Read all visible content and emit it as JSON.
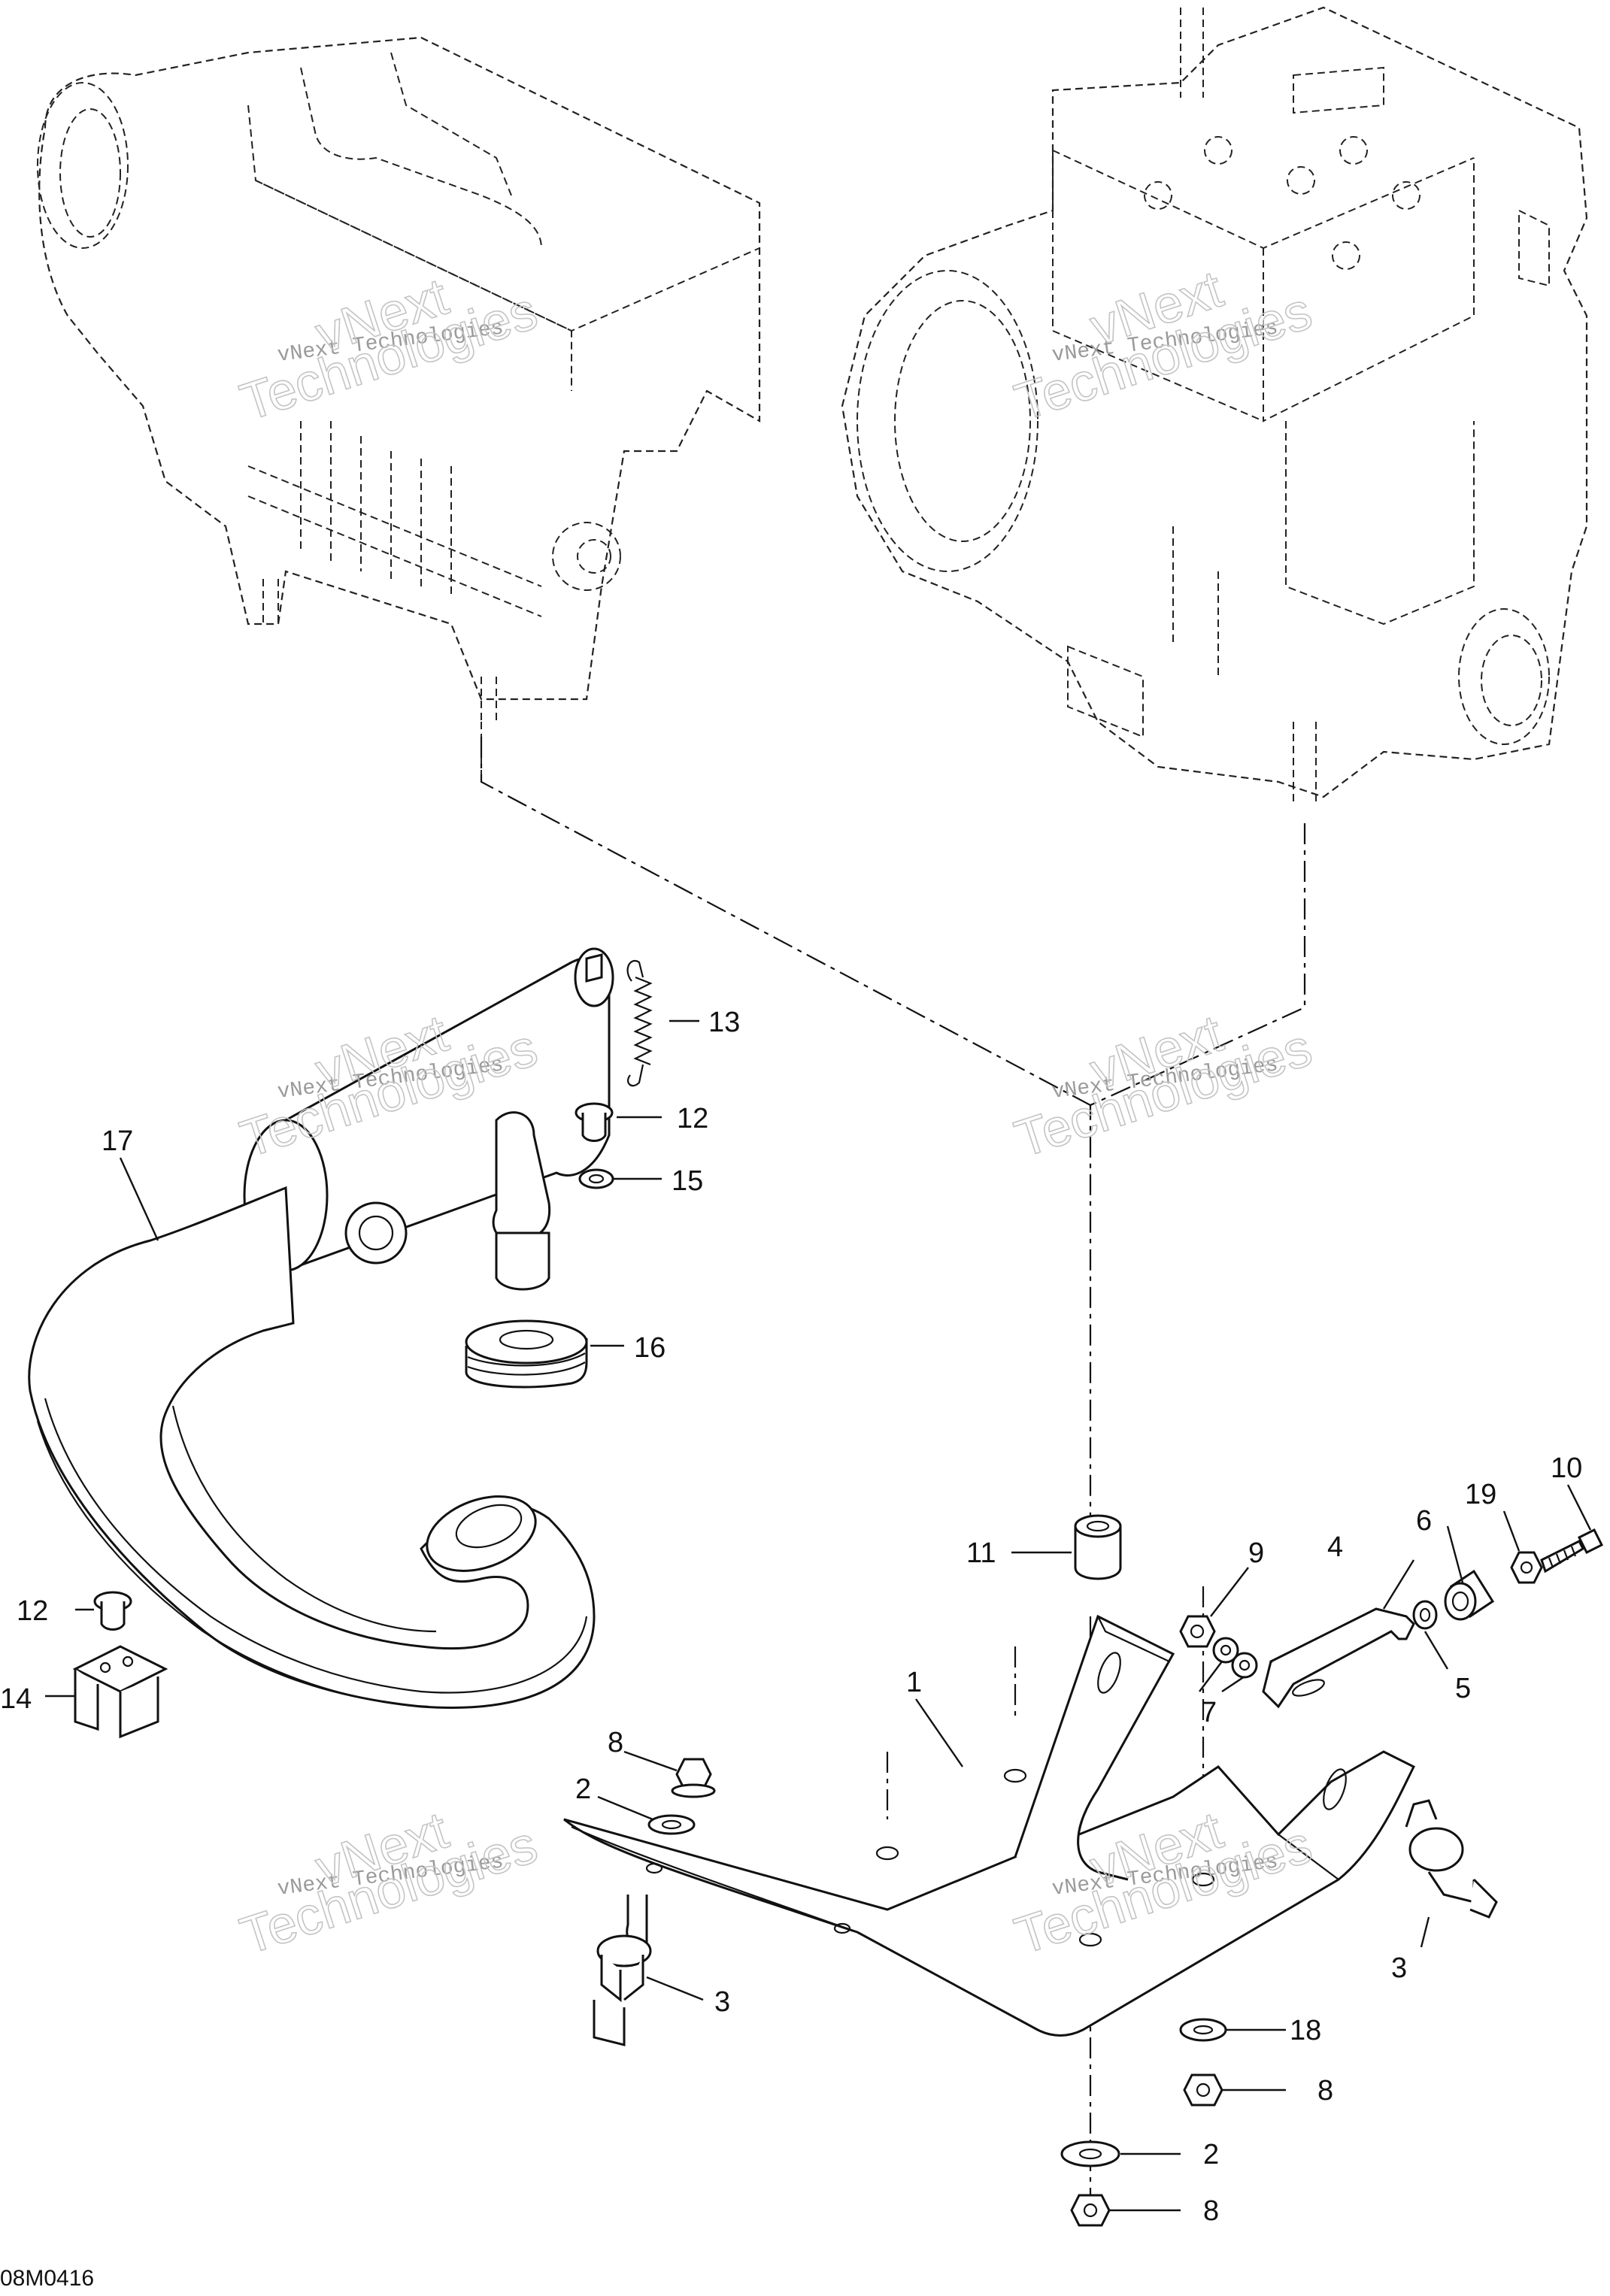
{
  "figure_code": "08M0416",
  "watermark": {
    "line1": "vNext Technologies",
    "big1": "vNext",
    "big2": "Technologies"
  },
  "callouts": [
    {
      "id": "c1",
      "label": "1"
    },
    {
      "id": "c2a",
      "label": "2"
    },
    {
      "id": "c2b",
      "label": "2"
    },
    {
      "id": "c3a",
      "label": "3"
    },
    {
      "id": "c3b",
      "label": "3"
    },
    {
      "id": "c4",
      "label": "4"
    },
    {
      "id": "c5",
      "label": "5"
    },
    {
      "id": "c6",
      "label": "6"
    },
    {
      "id": "c7",
      "label": "7"
    },
    {
      "id": "c8a",
      "label": "8"
    },
    {
      "id": "c8b",
      "label": "8"
    },
    {
      "id": "c8c",
      "label": "8"
    },
    {
      "id": "c9",
      "label": "9"
    },
    {
      "id": "c10",
      "label": "10"
    },
    {
      "id": "c11",
      "label": "11"
    },
    {
      "id": "c12a",
      "label": "12"
    },
    {
      "id": "c12b",
      "label": "12"
    },
    {
      "id": "c13",
      "label": "13"
    },
    {
      "id": "c14",
      "label": "14"
    },
    {
      "id": "c15",
      "label": "15"
    },
    {
      "id": "c16",
      "label": "16"
    },
    {
      "id": "c17",
      "label": "17"
    },
    {
      "id": "c18",
      "label": "18"
    },
    {
      "id": "c19",
      "label": "19"
    }
  ]
}
